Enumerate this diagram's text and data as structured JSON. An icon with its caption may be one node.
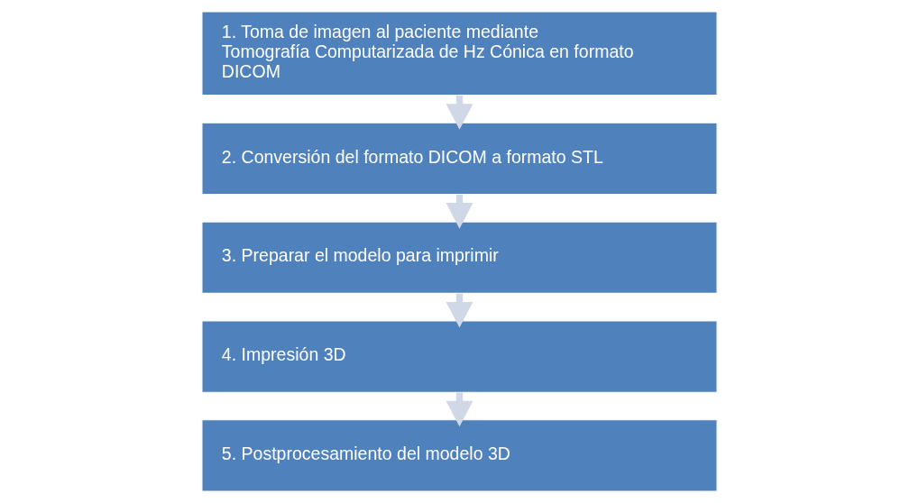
{
  "diagram": {
    "nodes": [
      {
        "text": [
          "1. Toma de imagen al paciente mediante Tomografía Computarizada de Hz Cónica en formato DICOM"
        ]
      },
      {
        "text": [
          "2. Conversión del formato DICOM a formato STL"
        ]
      },
      {
        "text": [
          "3. Preparar el modelo para imprimir"
        ]
      },
      {
        "text": [
          "4. Impresión 3D"
        ]
      },
      {
        "text": [
          "5. Postprocesamiento del modelo 3D"
        ]
      }
    ],
    "edges": [
      {
        "from": 0,
        "to": 1,
        "arrow": "to"
      },
      {
        "from": 1,
        "to": 2,
        "arrow": "to"
      },
      {
        "from": 2,
        "to": 3,
        "arrow": "to"
      },
      {
        "from": 3,
        "to": 4,
        "arrow": "to"
      }
    ]
  }
}
